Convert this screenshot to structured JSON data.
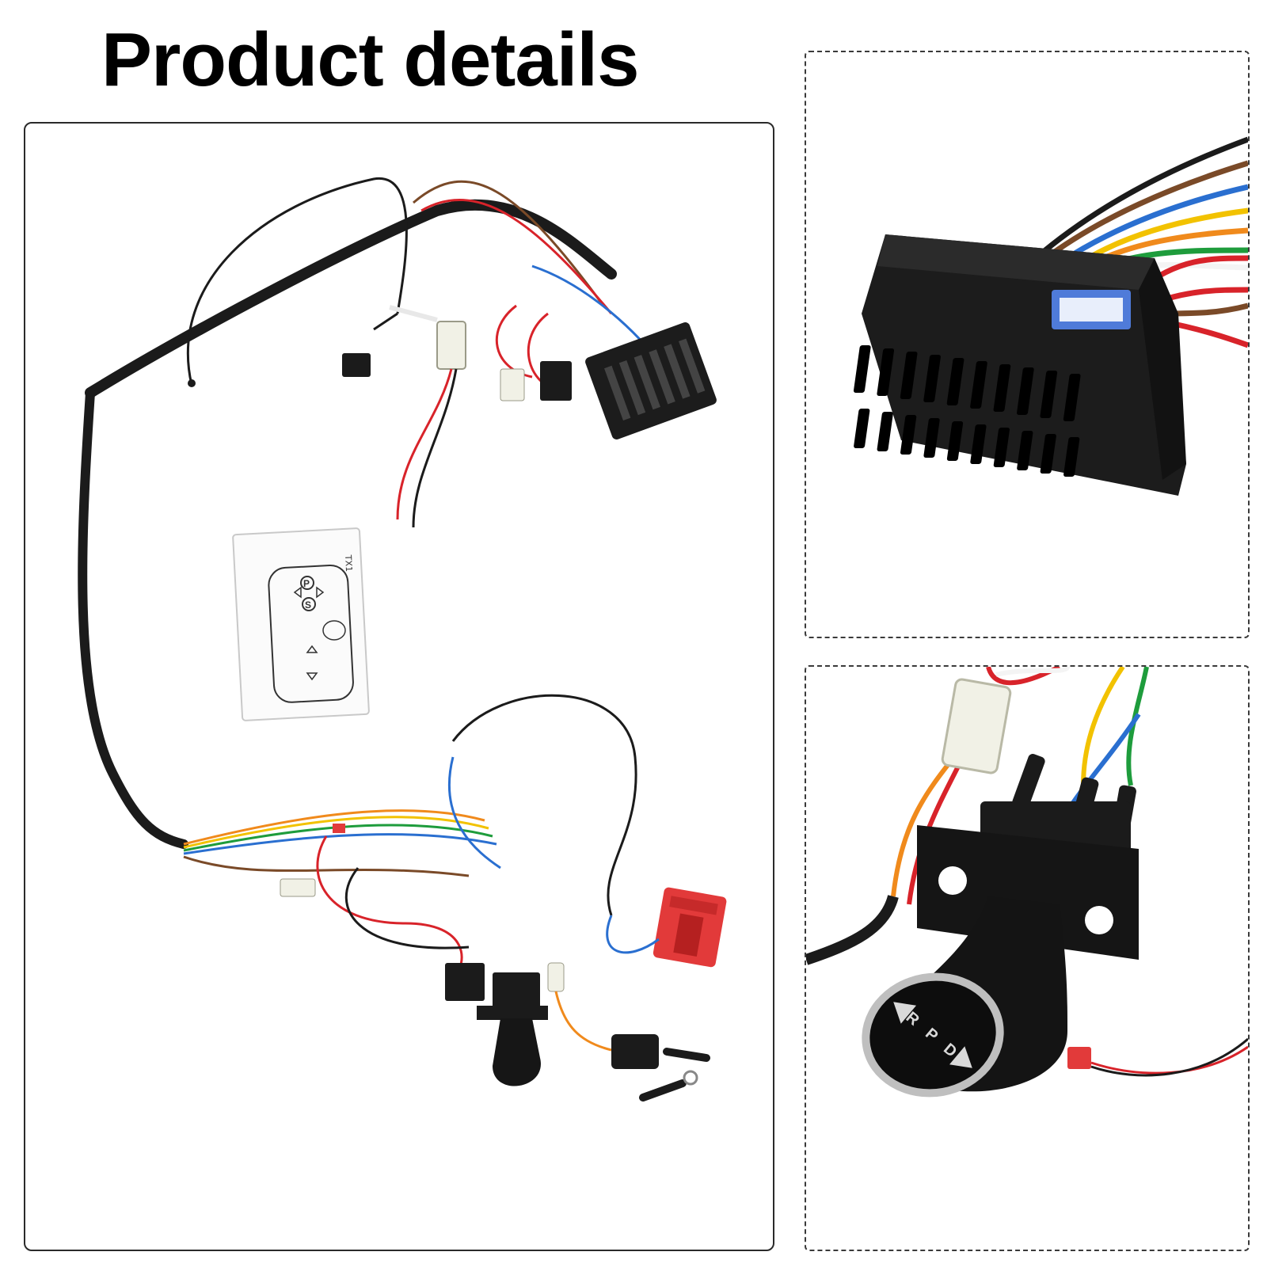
{
  "header": {
    "title": "Product details"
  },
  "remote_card": {
    "model_label": "TX1",
    "button_p": "P",
    "button_s": "S"
  },
  "gear_knob": {
    "marks": [
      "R",
      "P",
      "D"
    ]
  },
  "colors": {
    "sheath": "#1b1b1b",
    "wire_red": "#d8232a",
    "wire_blue": "#2a6fd0",
    "wire_yellow": "#f2c200",
    "wire_green": "#1e9c3c",
    "wire_brown": "#7a4a28",
    "wire_orange": "#f08a1c",
    "switch_red": "#e23a3a",
    "connector_white": "#f1f1e6"
  }
}
